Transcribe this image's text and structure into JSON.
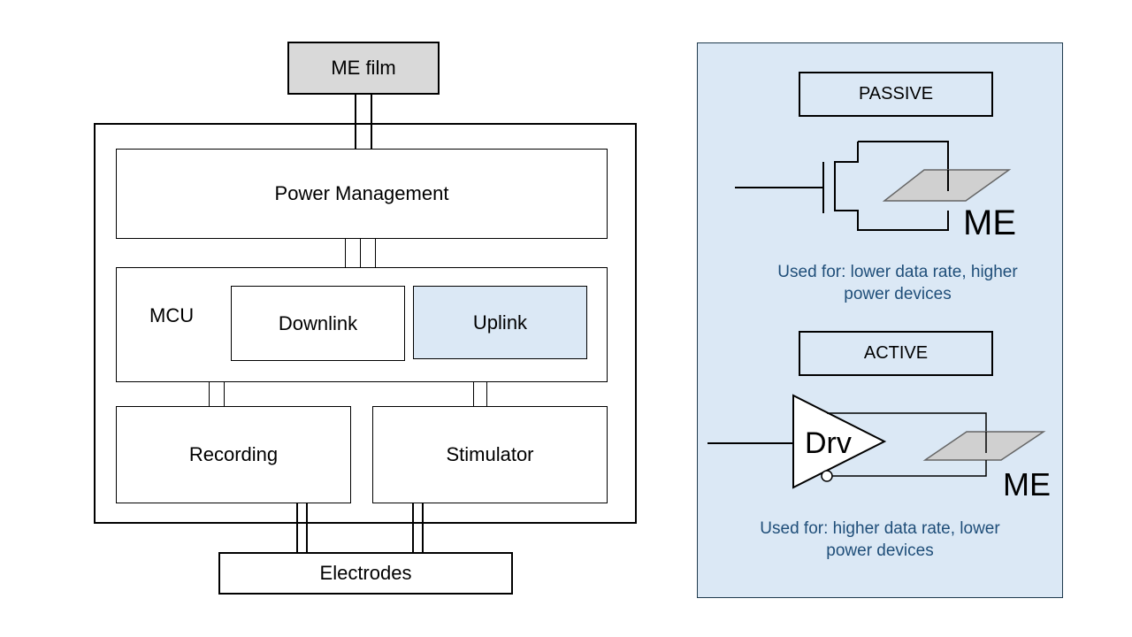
{
  "diagram": {
    "left": {
      "me_film": "ME film",
      "power_management": "Power Management",
      "mcu": "MCU",
      "downlink": "Downlink",
      "uplink": "Uplink",
      "recording": "Recording",
      "stimulator": "Stimulator",
      "electrodes": "Electrodes"
    },
    "right": {
      "passive": {
        "title": "PASSIVE",
        "me_label": "ME",
        "note_line1": "Used for: lower data rate, higher",
        "note_line2": "power devices"
      },
      "active": {
        "title": "ACTIVE",
        "driver_label": "Drv",
        "me_label": "ME",
        "note_line1": "Used for: higher data rate, lower",
        "note_line2": "power devices"
      }
    },
    "colors": {
      "panel_bg": "#dbe8f5",
      "me_film_bg": "#d9d9d9",
      "uplink_bg": "#dbe8f5",
      "note_text": "#1f4e79",
      "plate_fill": "#d0d0d0"
    }
  }
}
